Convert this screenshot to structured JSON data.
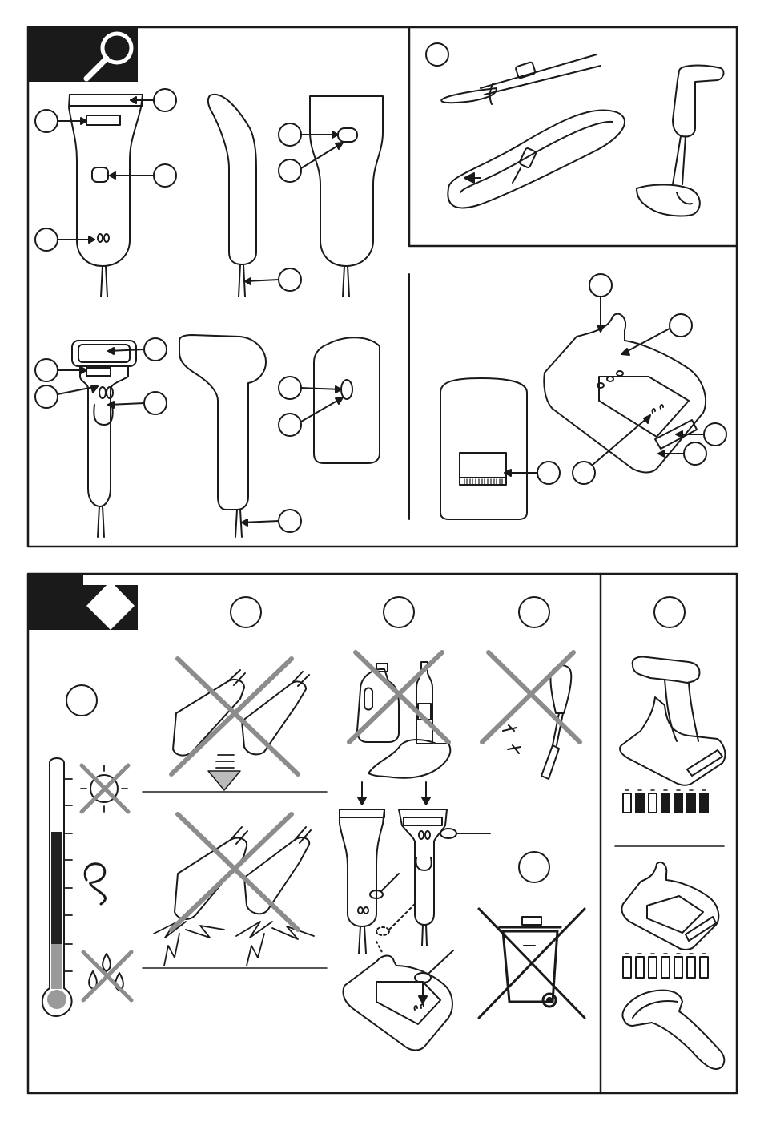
{
  "page": {
    "panel_top_icon": "magnifier-icon",
    "panel_bottom_icon": "diamond-icon",
    "colors": {
      "ink": "#1a1a1a",
      "cross_gray": "#8c8c8c",
      "thermo_dark": "#222222",
      "thermo_gray": "#9a9a9a",
      "background": "#ffffff"
    }
  },
  "illustrations": [
    "scanner-front-view",
    "scanner-side-view",
    "scanner-back-view",
    "gun-scanner-front-view",
    "gun-scanner-side-view",
    "gun-scanner-back-view",
    "wrist-strap-attachment",
    "cradle-base",
    "cradle-bottom-label",
    "thermometer-icon",
    "sun-crossed-icon",
    "humidity-crossed-icon",
    "no-drop-icon",
    "no-shock-icon",
    "no-solvent-icon",
    "no-screwdriver-icon",
    "cleaning-procedure",
    "weee-crossed-bin-icon",
    "battery-charging-cradle",
    "battery-set-icon"
  ]
}
